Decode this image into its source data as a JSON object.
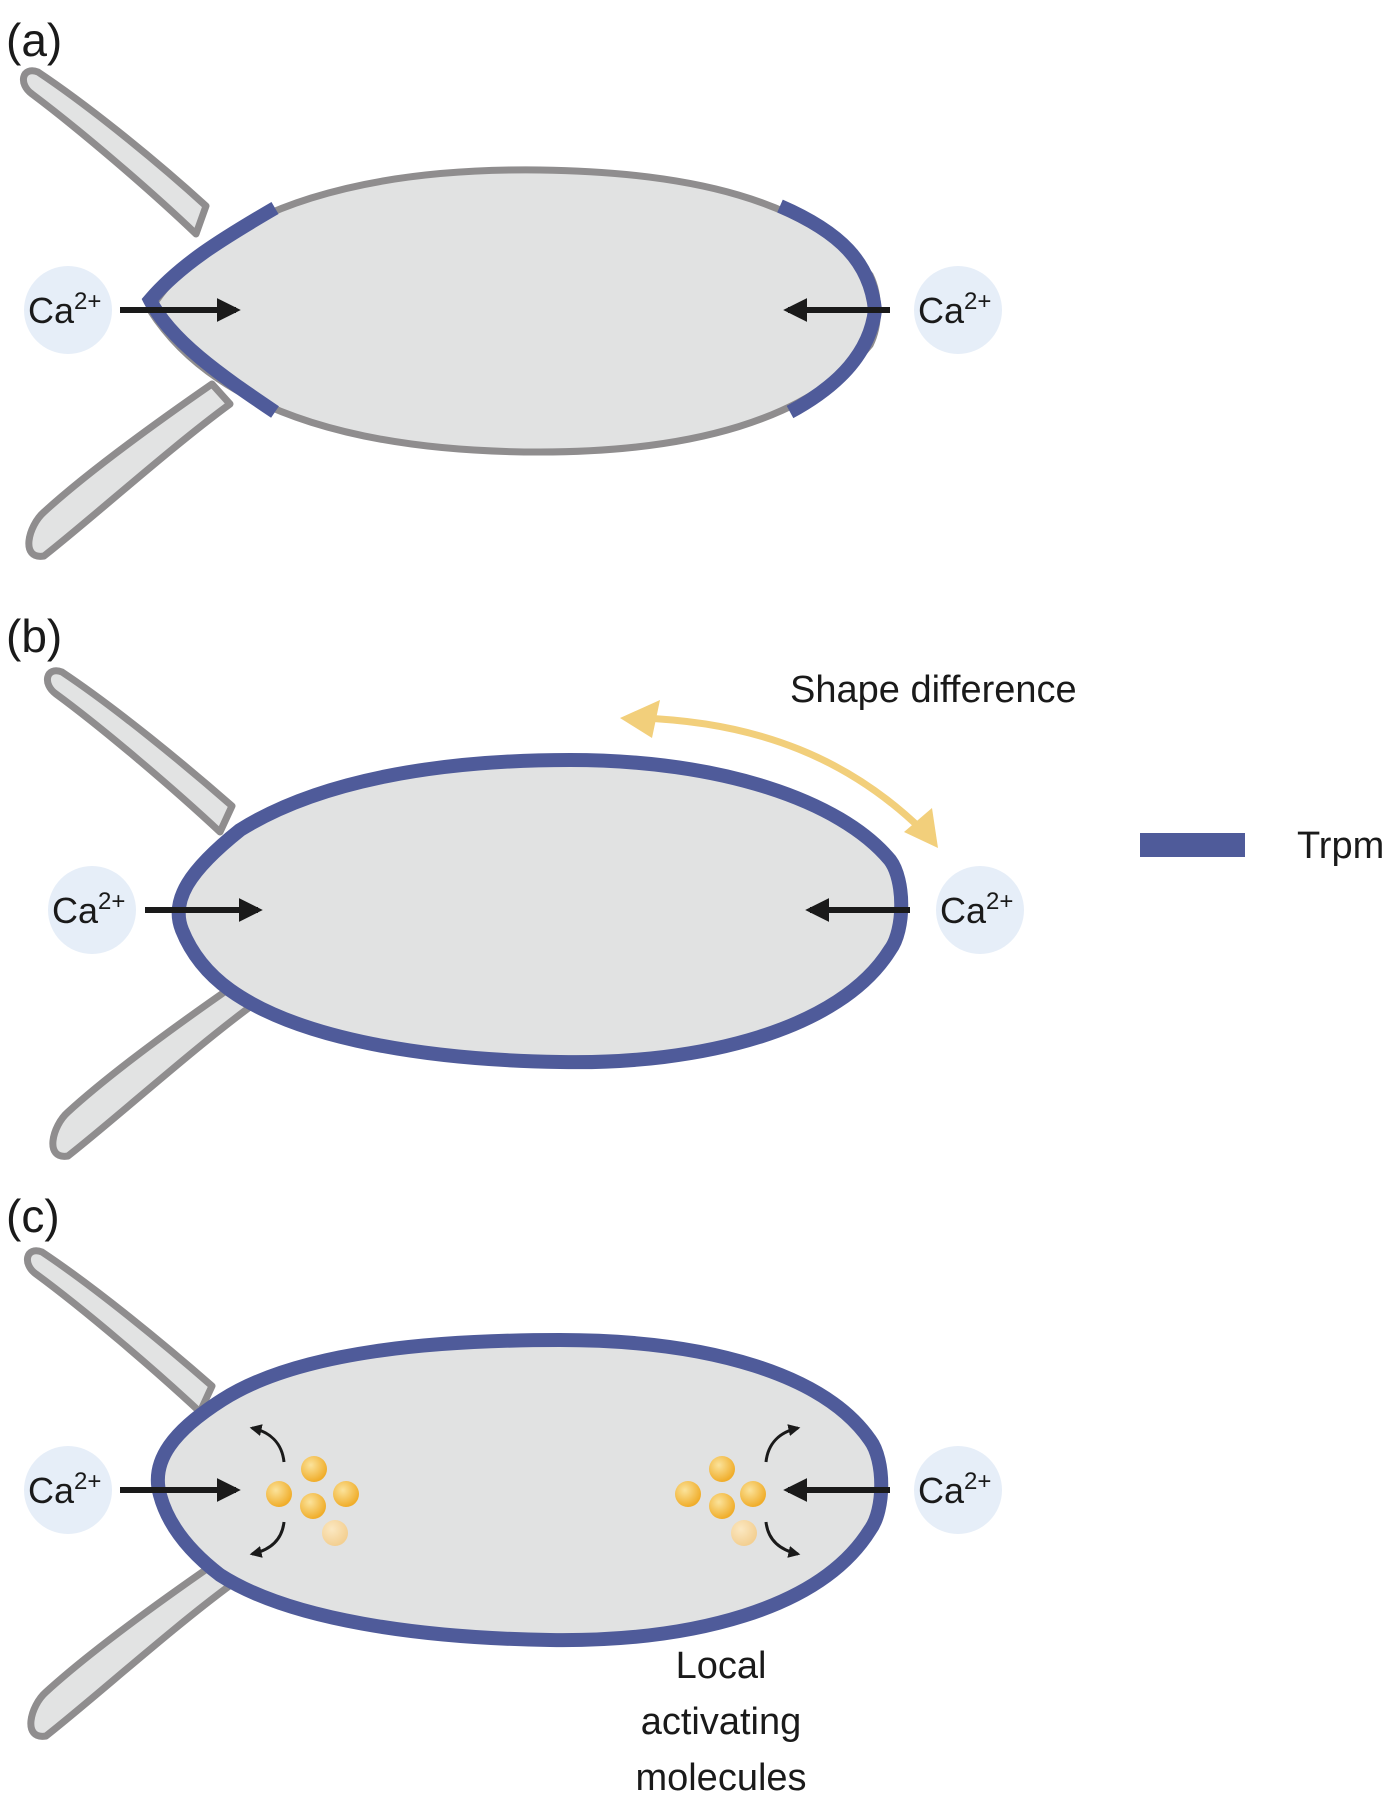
{
  "panels": [
    {
      "label": "(a)",
      "ca_left": {
        "base": "Ca",
        "sup": "2+"
      },
      "ca_right": {
        "base": "Ca",
        "sup": "2+"
      }
    },
    {
      "label": "(b)",
      "ca_left": {
        "base": "Ca",
        "sup": "2+"
      },
      "ca_right": {
        "base": "Ca",
        "sup": "2+"
      }
    },
    {
      "label": "(c)",
      "ca_left": {
        "base": "Ca",
        "sup": "2+"
      },
      "ca_right": {
        "base": "Ca",
        "sup": "2+"
      }
    }
  ],
  "annotations": {
    "shape_difference": "Shape difference",
    "local_line1": "Local",
    "local_line2": "activating",
    "local_line3": "molecules"
  },
  "legend": {
    "label": "Trpm",
    "color": "#4f5b9a"
  },
  "colors": {
    "trpm": "#4f5b9a",
    "membrane": "#8f8d8e",
    "cell_fill": "#e1e2e2",
    "tail_fill": "#e2e3e3",
    "ion_circle": "#e6eef8",
    "arrow": "#1a1a1a",
    "shape_arrow": "#f2cf7b",
    "molecule": "#f2b531"
  }
}
